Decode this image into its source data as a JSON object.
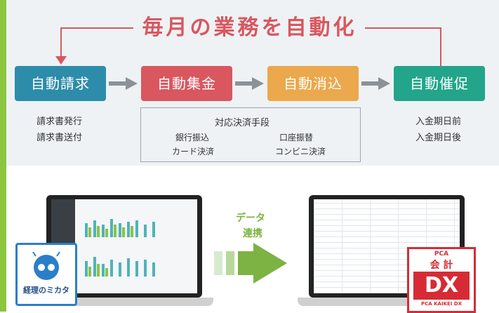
{
  "title": "毎月の業務を自動化",
  "steps": [
    {
      "label": "自動請求",
      "color": "#2d8ca9"
    },
    {
      "label": "自動集金",
      "color": "#d9575f"
    },
    {
      "label": "自動消込",
      "color": "#eba84c"
    },
    {
      "label": "自動催促",
      "color": "#22a58a"
    }
  ],
  "billing_items": [
    "請求書発行",
    "請求書送付"
  ],
  "payment_panel": {
    "title": "対応決済手段",
    "methods": [
      "銀行振込",
      "口座振替",
      "カード決済",
      "コンビニ決済"
    ]
  },
  "reminder_items": [
    "入金期日前",
    "入金期日後"
  ],
  "link_label": [
    "データ",
    "連携"
  ],
  "logo_left": "経理のミカタ",
  "logo_right": {
    "top": "PCA",
    "main": "会 計",
    "big": "DX",
    "bottom": "PCA KAIKEI DX"
  }
}
